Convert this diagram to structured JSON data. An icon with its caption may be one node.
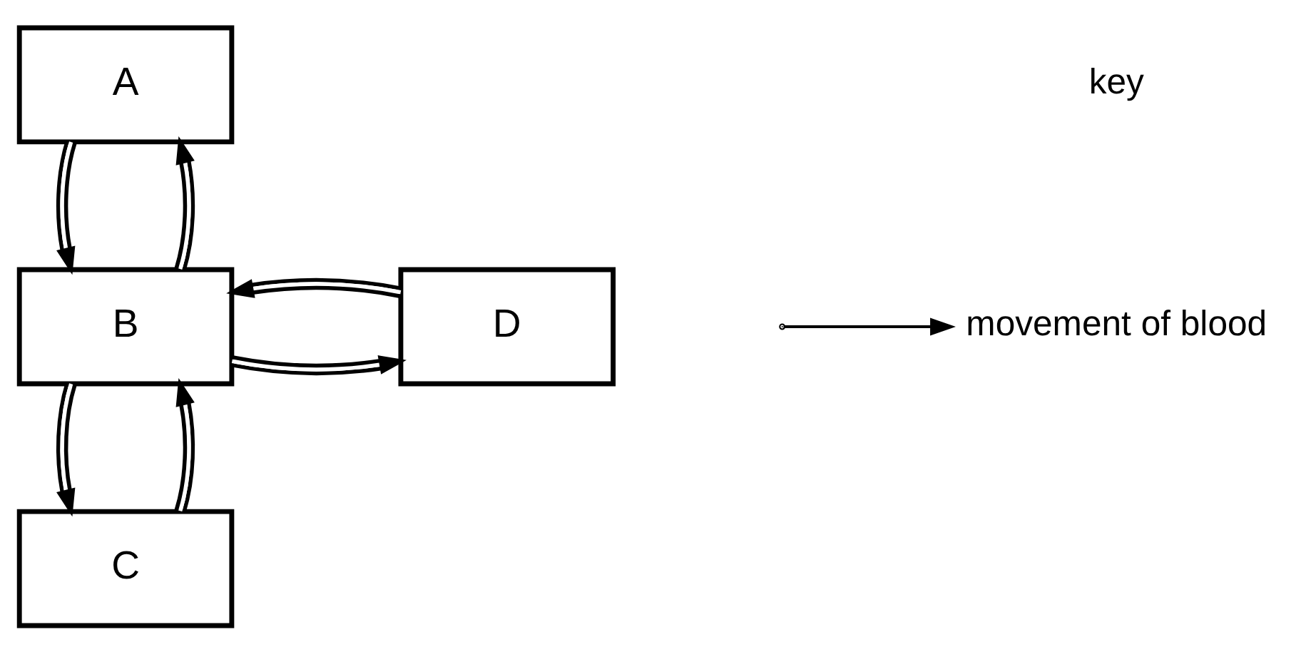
{
  "diagram": {
    "nodes": [
      {
        "text": [
          "A"
        ]
      },
      {
        "text": [
          "D"
        ]
      },
      {
        "text": [
          "B"
        ]
      },
      {
        "text": [
          "C"
        ]
      }
    ],
    "edges": [
      {
        "from": 2,
        "to": 0,
        "arrow": "to"
      },
      {
        "from": 0,
        "to": 2,
        "arrow": "to"
      },
      {
        "from": 2,
        "to": 3,
        "arrow": "to"
      },
      {
        "from": 3,
        "to": 2,
        "arrow": "to"
      },
      {
        "from": 2,
        "to": 1,
        "arrow": "to"
      },
      {
        "from": 1,
        "to": 2,
        "arrow": "to"
      }
    ],
    "labels": [
      "key"
    ],
    "legend": [
      {
        "text": "movement of blood"
      }
    ]
  }
}
